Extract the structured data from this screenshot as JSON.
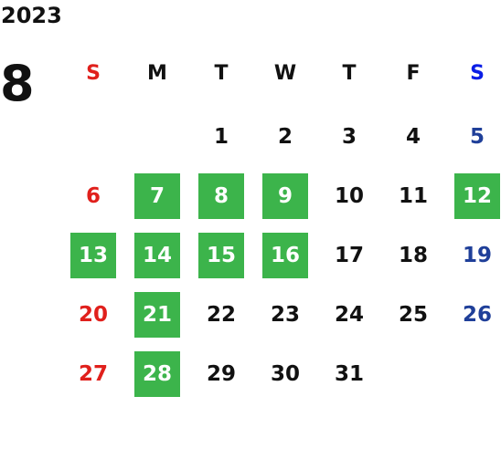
{
  "calendar": {
    "year": "2023",
    "month": "8",
    "weekdays": [
      "S",
      "M",
      "T",
      "W",
      "T",
      "F",
      "S"
    ],
    "weeks": [
      [
        "",
        "",
        "1",
        "2",
        "3",
        "4",
        "5"
      ],
      [
        "6",
        "7",
        "8",
        "9",
        "10",
        "11",
        "12"
      ],
      [
        "13",
        "14",
        "15",
        "16",
        "17",
        "18",
        "19"
      ],
      [
        "20",
        "21",
        "22",
        "23",
        "24",
        "25",
        "26"
      ],
      [
        "27",
        "28",
        "29",
        "30",
        "31",
        "",
        ""
      ]
    ],
    "highlighted_days": [
      "7",
      "8",
      "9",
      "12",
      "13",
      "14",
      "15",
      "16",
      "21",
      "28"
    ]
  },
  "colors": {
    "highlight": "#3cb44b",
    "highlight_text": "#ffffff",
    "sunday": "#e0201c",
    "saturday_header": "#0a1ee6",
    "saturday_date": "#1f3f99",
    "weekday": "#111111"
  }
}
